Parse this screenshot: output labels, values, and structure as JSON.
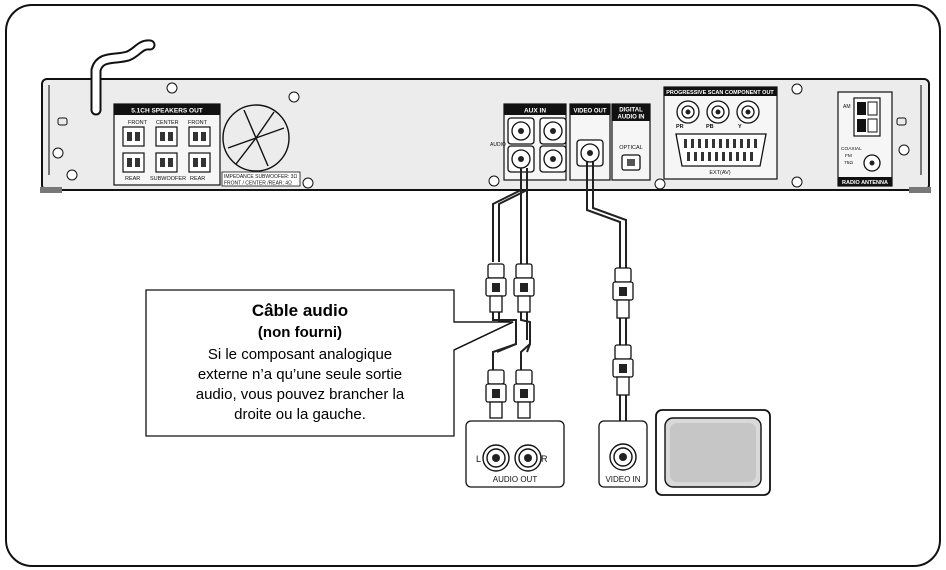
{
  "receiver": {
    "speakers_out": {
      "title": "5.1CH SPEAKERS OUT",
      "front_l": "FRONT",
      "center": "CENTER",
      "front_r": "FRONT",
      "rear_l": "REAR",
      "subwoofer": "SUBWOOFER",
      "rear_r": "REAR",
      "impedance_line1": "IMPEDANCE SUBWOOFER: 3Ω",
      "impedance_line2": "FRONT / CENTER /REAR: 4Ω"
    },
    "aux_in": {
      "title": "AUX IN",
      "side_label": "AUDIO"
    },
    "video_out": "VIDEO OUT",
    "digital_audio_in_line1": "DIGITAL",
    "digital_audio_in_line2": "AUDIO IN",
    "optical": "OPTICAL",
    "component": {
      "title": "PROGRESSIVE SCAN COMPONENT OUT",
      "pr": "PR",
      "pb": "PB",
      "y": "Y",
      "ext": "EXT(AV)"
    },
    "antenna": {
      "am": "AM",
      "coaxial": "COAXIAL",
      "fm": "FM",
      "ohm": "75Ω",
      "title": "RADIO ANTENNA"
    }
  },
  "external_device": {
    "left": "L",
    "right": "R",
    "audio_out": "AUDIO OUT"
  },
  "tv": {
    "video_in": "VIDEO IN"
  },
  "callout": {
    "title": "Câble audio",
    "subtitle": "(non fourni)",
    "line1": "Si le composant analogique",
    "line2": "externe n’a qu’une seule sortie",
    "line3": "audio, vous pouvez brancher la",
    "line4": "droite ou la gauche."
  }
}
